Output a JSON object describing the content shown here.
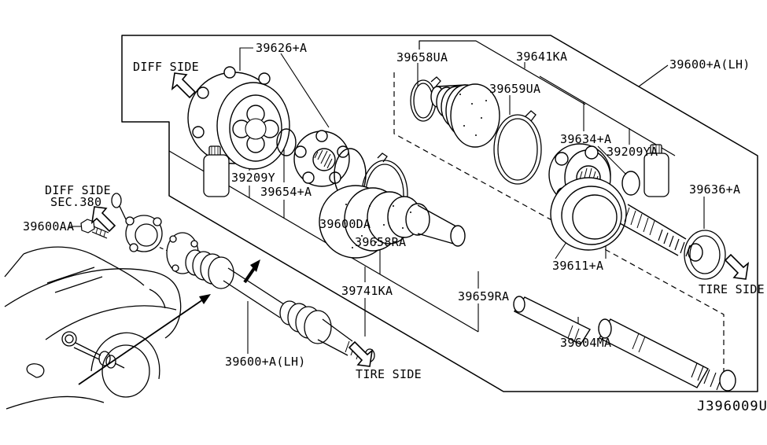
{
  "diagram": {
    "title_code": "J396009U",
    "colors": {
      "background": "#ffffff",
      "line": "#000000"
    },
    "labels": [
      {
        "name": "part-39626A",
        "text": "39626+A"
      },
      {
        "name": "diff-side-top",
        "text": "DIFF SIDE"
      },
      {
        "name": "part-39658UA",
        "text": "39658UA"
      },
      {
        "name": "part-39641KA",
        "text": "39641KA"
      },
      {
        "name": "part-39659UA",
        "text": "39659UA"
      },
      {
        "name": "part-39600A-lh-top",
        "text": "39600+A(LH)"
      },
      {
        "name": "part-39634A",
        "text": "39634+A"
      },
      {
        "name": "part-39209YA",
        "text": "39209YA"
      },
      {
        "name": "part-39636A",
        "text": "39636+A"
      },
      {
        "name": "part-39209Y",
        "text": "39209Y"
      },
      {
        "name": "part-39654A",
        "text": "39654+A"
      },
      {
        "name": "part-39600DA",
        "text": "39600DA"
      },
      {
        "name": "part-39658RA",
        "text": "39658RA"
      },
      {
        "name": "part-39741KA",
        "text": "39741KA"
      },
      {
        "name": "part-39659RA",
        "text": "39659RA"
      },
      {
        "name": "part-39611A",
        "text": "39611+A"
      },
      {
        "name": "tire-side-right",
        "text": "TIRE SIDE"
      },
      {
        "name": "part-39604MA",
        "text": "39604MA"
      },
      {
        "name": "part-39600A-lh-bottom",
        "text": "39600+A(LH)"
      },
      {
        "name": "tire-side-bottom",
        "text": "TIRE SIDE"
      },
      {
        "name": "diff-side-left-line1",
        "text": "DIFF SIDE"
      },
      {
        "name": "diff-side-left-line2",
        "text": "SEC.380"
      },
      {
        "name": "part-39600AA",
        "text": "39600AA"
      },
      {
        "name": "diagram-code",
        "text": "J396009U"
      }
    ],
    "arrows": [
      {
        "name": "diff-side-top-arrow-icon",
        "direction": "up-left",
        "style": "outline"
      },
      {
        "name": "diff-side-left-arrow-icon",
        "direction": "up-left",
        "style": "outline"
      },
      {
        "name": "tire-side-right-arrow-icon",
        "direction": "down-right",
        "style": "outline"
      },
      {
        "name": "tire-side-bottom-arrow-icon",
        "direction": "down-right",
        "style": "outline"
      },
      {
        "name": "shaft-pointer-arrow-icon",
        "direction": "up-right",
        "style": "solid"
      },
      {
        "name": "car-location-arrow-icon",
        "direction": "up-right",
        "style": "solid"
      }
    ]
  }
}
